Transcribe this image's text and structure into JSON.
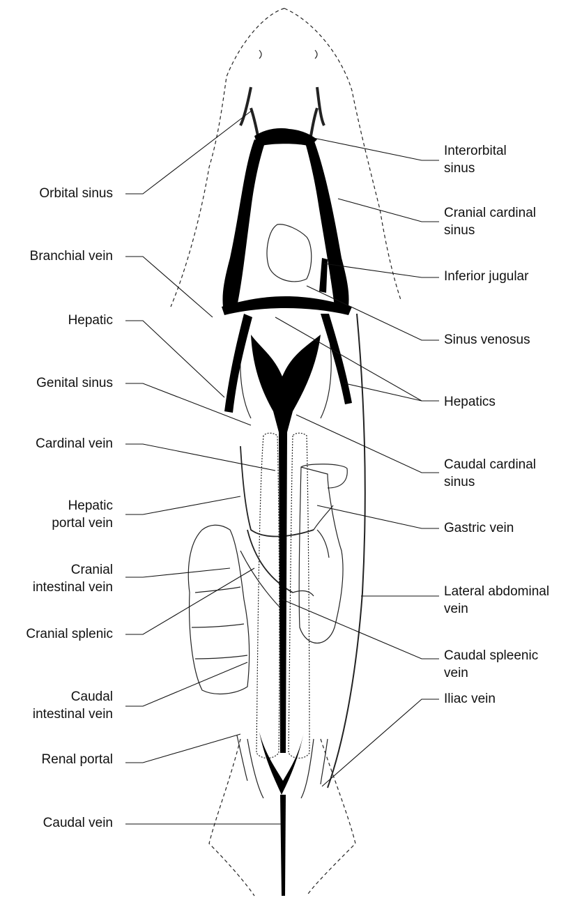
{
  "labels_left": [
    {
      "id": "orbital-sinus",
      "lines": [
        "Orbital sinus"
      ]
    },
    {
      "id": "branchial-vein",
      "lines": [
        "Branchial vein"
      ]
    },
    {
      "id": "hepatic",
      "lines": [
        "Hepatic"
      ]
    },
    {
      "id": "genital-sinus",
      "lines": [
        "Genital sinus"
      ]
    },
    {
      "id": "cardinal-vein",
      "lines": [
        "Cardinal vein"
      ]
    },
    {
      "id": "hepatic-portal-vein",
      "lines": [
        "Hepatic",
        "portal vein"
      ]
    },
    {
      "id": "cranial-intestinal-vein",
      "lines": [
        "Cranial",
        "intestinal vein"
      ]
    },
    {
      "id": "cranial-splenic",
      "lines": [
        "Cranial splenic"
      ]
    },
    {
      "id": "caudal-intestinal-vein",
      "lines": [
        "Caudal",
        "intestinal vein"
      ]
    },
    {
      "id": "renal-portal",
      "lines": [
        "Renal portal"
      ]
    },
    {
      "id": "caudal-vein",
      "lines": [
        "Caudal vein"
      ]
    }
  ],
  "labels_right": [
    {
      "id": "interorbital-sinus",
      "lines": [
        "Interorbital",
        "sinus"
      ]
    },
    {
      "id": "cranial-cardinal-sinus",
      "lines": [
        "Cranial cardinal",
        "sinus"
      ]
    },
    {
      "id": "inferior-jugular",
      "lines": [
        "Inferior jugular"
      ]
    },
    {
      "id": "sinus-venosus",
      "lines": [
        "Sinus venosus"
      ]
    },
    {
      "id": "hepatics",
      "lines": [
        "Hepatics"
      ]
    },
    {
      "id": "caudal-cardinal-sinus",
      "lines": [
        "Caudal cardinal",
        "sinus"
      ]
    },
    {
      "id": "gastric-vein",
      "lines": [
        "Gastric vein"
      ]
    },
    {
      "id": "lateral-abdominal-vein",
      "lines": [
        "Lateral abdominal",
        "vein"
      ]
    },
    {
      "id": "caudal-spleenic-vein",
      "lines": [
        "Caudal spleenic",
        "vein"
      ]
    },
    {
      "id": "iliac-vein",
      "lines": [
        "Iliac vein"
      ]
    }
  ]
}
